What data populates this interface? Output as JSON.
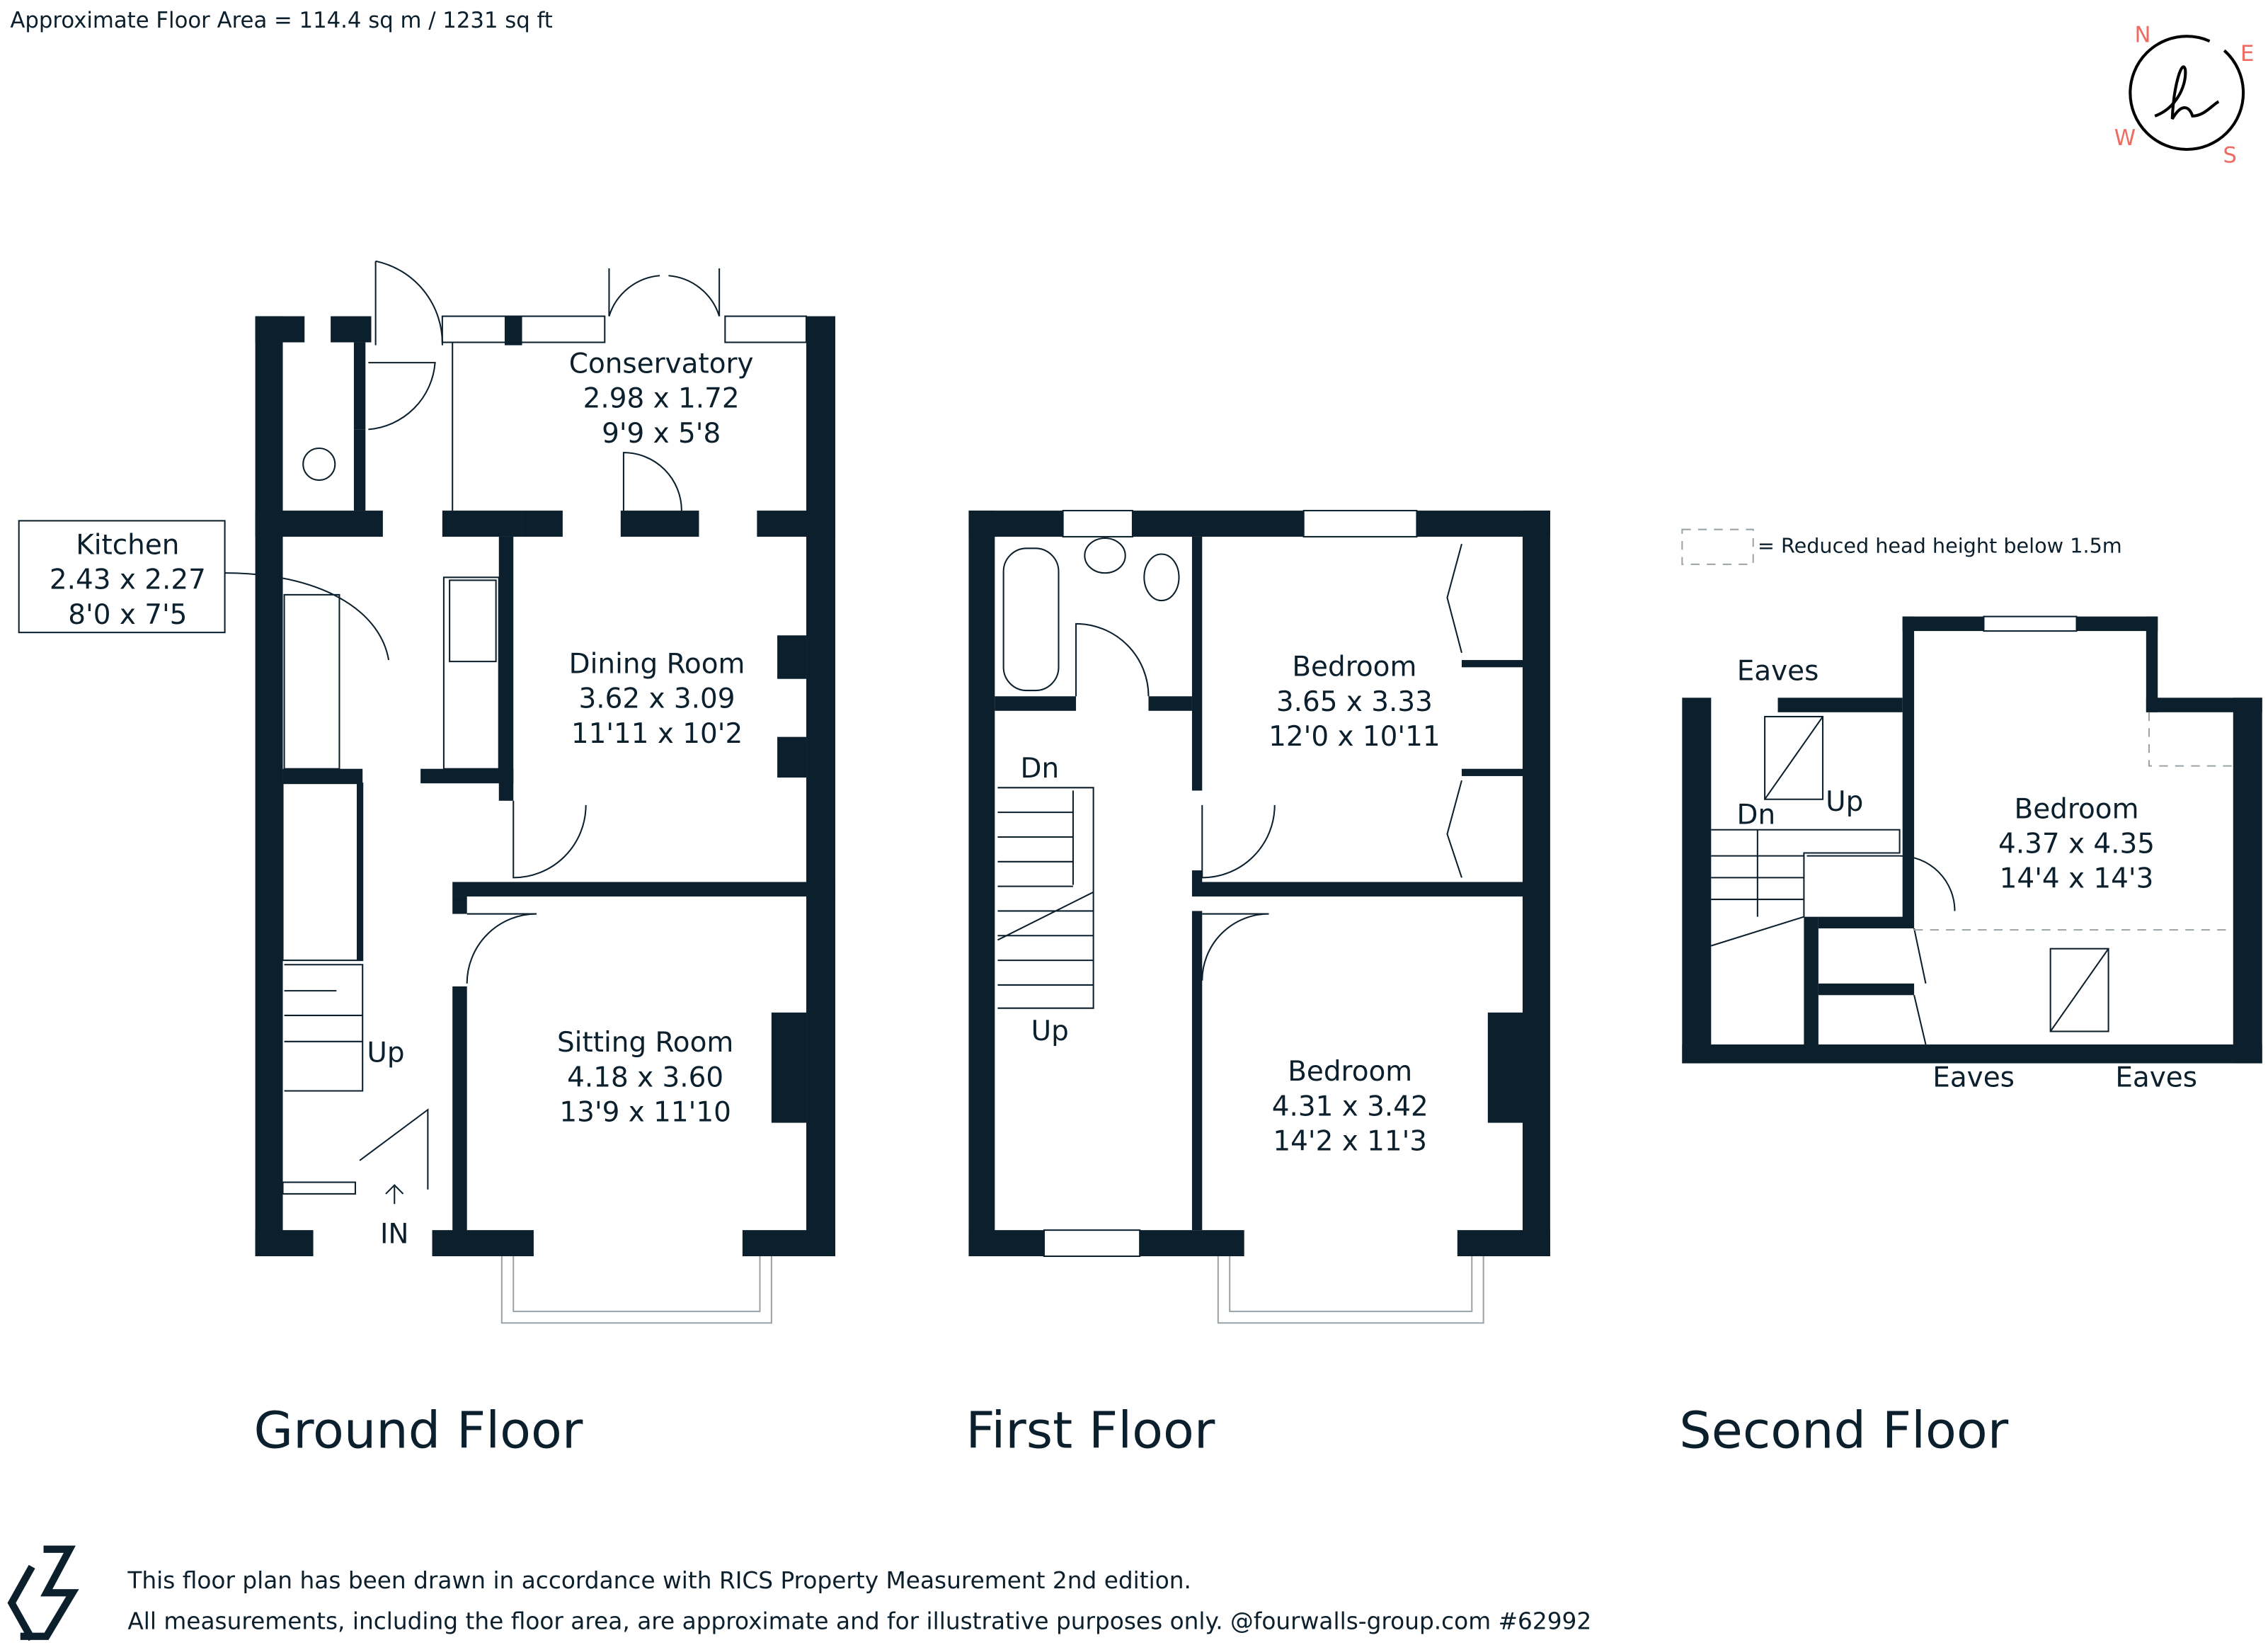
{
  "header": {
    "floor_area": "Approximate Floor Area = 114.4 sq m / 1231 sq ft"
  },
  "compass": {
    "n": "N",
    "e": "E",
    "s": "S",
    "w": "W",
    "accent_color": "#ee6b62",
    "logo": "h"
  },
  "wall_color": "#0b1f2c",
  "ground_floor": {
    "title": "Ground Floor",
    "conservatory": {
      "name": "Conservatory",
      "metric": "2.98 x 1.72",
      "imperial": "9'9 x 5'8"
    },
    "kitchen": {
      "name": "Kitchen",
      "metric": "2.43 x 2.27",
      "imperial": "8'0 x 7'5"
    },
    "dining": {
      "name": "Dining Room",
      "metric": "3.62 x 3.09",
      "imperial": "11'11 x 10'2"
    },
    "sitting": {
      "name": "Sitting Room",
      "metric": "4.18 x 3.60",
      "imperial": "13'9 x 11'10"
    },
    "stairs_up": "Up",
    "entrance": "IN"
  },
  "first_floor": {
    "title": "First Floor",
    "bedroom1": {
      "name": "Bedroom",
      "metric": "3.65 x 3.33",
      "imperial": "12'0 x 10'11"
    },
    "bedroom2": {
      "name": "Bedroom",
      "metric": "4.31 x 3.42",
      "imperial": "14'2 x 11'3"
    },
    "stairs_down": "Dn",
    "stairs_up": "Up"
  },
  "second_floor": {
    "title": "Second Floor",
    "legend": "= Reduced head height below 1.5m",
    "bedroom": {
      "name": "Bedroom",
      "metric": "4.37 x 4.35",
      "imperial": "14'4 x 14'3"
    },
    "eaves_top": "Eaves",
    "eaves_bottom_left": "Eaves",
    "eaves_bottom_right": "Eaves",
    "stairs_down": "Dn",
    "stairs_up": "Up"
  },
  "footer": {
    "line1": "This floor plan has been drawn in accordance with RICS Property Measurement 2nd edition.",
    "line2": "All measurements, including the floor area, are approximate and for illustrative purposes only. @fourwalls-group.com #62992"
  }
}
